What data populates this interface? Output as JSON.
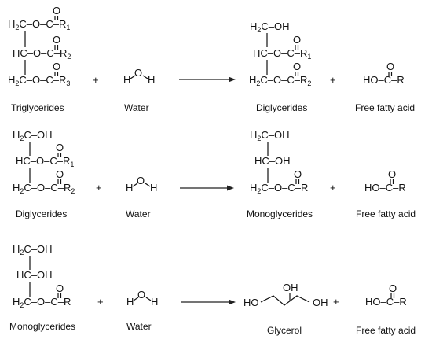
{
  "reactions": [
    {
      "reactant": {
        "line1": {
          "prefix": "H",
          "sub": "2",
          "suffix": "C–O–C–R",
          "rsub": "1"
        },
        "line2": {
          "prefix": "HC–O–C–R",
          "rsub": "2"
        },
        "line3": {
          "prefix": "H",
          "sub": "2",
          "suffix": "C–O–C–R",
          "rsub": "3"
        },
        "label": "Triglycerides"
      },
      "plus1": "+",
      "water": {
        "formula_h1": "H",
        "formula_o": "O",
        "formula_h2": "H",
        "label": "Water"
      },
      "product": {
        "line1": {
          "prefix": "H",
          "sub": "2",
          "suffix": "C–OH"
        },
        "line2": {
          "prefix": "HC–O–C–R",
          "rsub": "1"
        },
        "line3": {
          "prefix": "H",
          "sub": "2",
          "suffix": "C–O–C–R",
          "rsub": "2"
        },
        "label": "Diglycerides"
      },
      "plus2": "+",
      "acid": {
        "formula": "HO–C–R",
        "label": "Free fatty acid"
      }
    },
    {
      "reactant": {
        "line1": {
          "prefix": "H",
          "sub": "2",
          "suffix": "C–OH"
        },
        "line2": {
          "prefix": "HC–O–C–R",
          "rsub": "1"
        },
        "line3": {
          "prefix": "H",
          "sub": "2",
          "suffix": "C–O–C–R",
          "rsub": "2"
        },
        "label": "Diglycerides"
      },
      "plus1": "+",
      "water": {
        "formula_h1": "H",
        "formula_o": "O",
        "formula_h2": "H",
        "label": "Water"
      },
      "product": {
        "line1": {
          "prefix": "H",
          "sub": "2",
          "suffix": "C–OH"
        },
        "line2": {
          "prefix": "HC–OH"
        },
        "line3": {
          "prefix": "H",
          "sub": "2",
          "suffix": "C–O–C–R"
        },
        "label": "Monoglycerides"
      },
      "plus2": "+",
      "acid": {
        "formula": "HO–C–R",
        "label": "Free fatty acid"
      }
    },
    {
      "reactant": {
        "line1": {
          "prefix": "H",
          "sub": "2",
          "suffix": "C–OH"
        },
        "line2": {
          "prefix": "HC–OH"
        },
        "line3": {
          "prefix": "H",
          "sub": "2",
          "suffix": "C–O–C–R"
        },
        "label": "Monoglycerides"
      },
      "plus1": "+",
      "water": {
        "formula_h1": "H",
        "formula_o": "O",
        "formula_h2": "H",
        "label": "Water"
      },
      "product": {
        "oh_top": "OH",
        "ho_left": "HO",
        "oh_right": "OH",
        "label": "Glycerol"
      },
      "plus2": "+",
      "acid": {
        "formula": "HO–C–R",
        "label": "Free fatty acid"
      }
    }
  ],
  "carbonyl_o": "O"
}
